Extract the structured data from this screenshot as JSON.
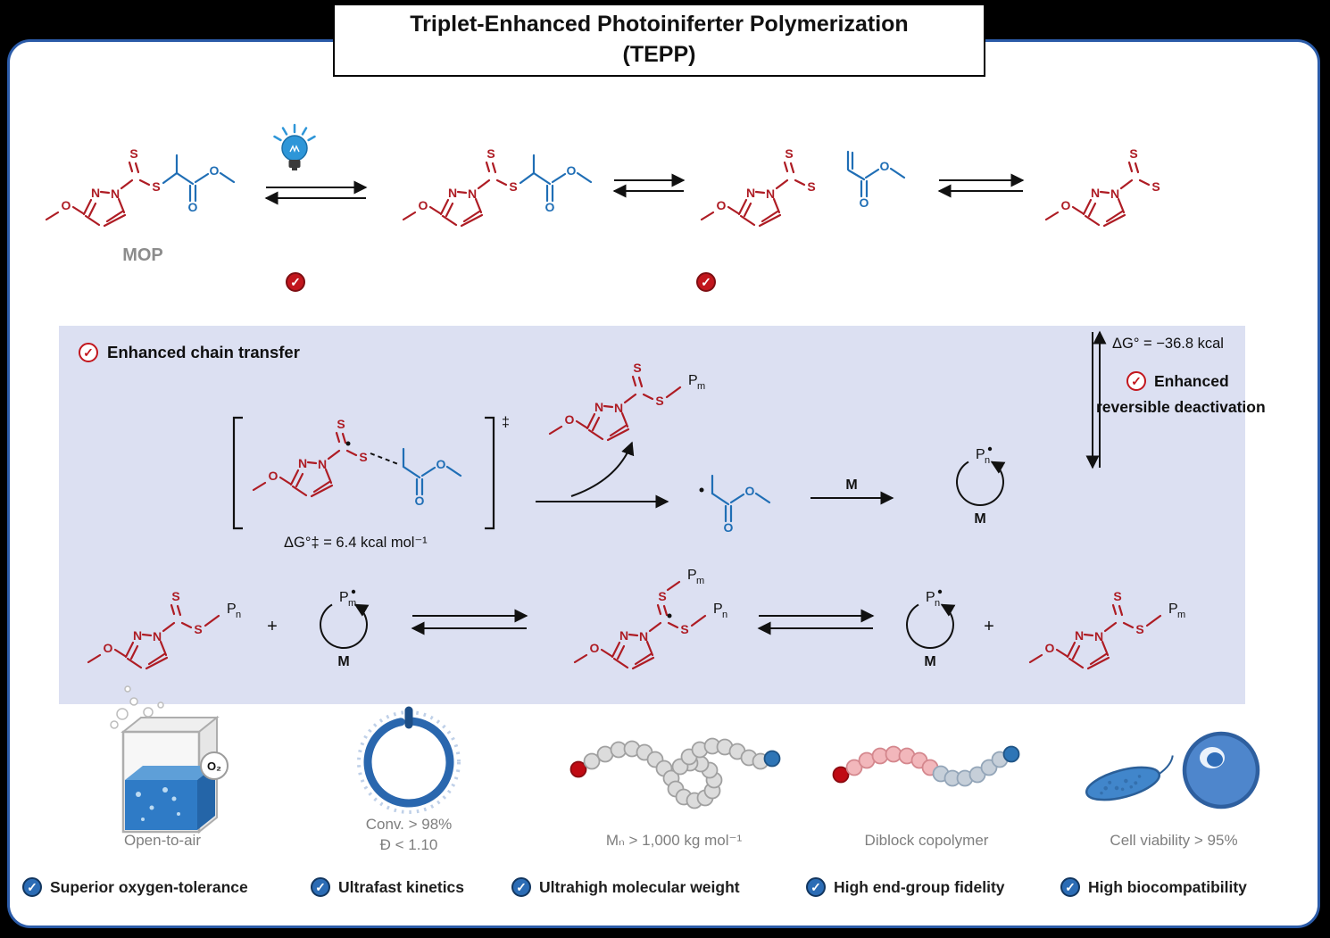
{
  "title": {
    "line1": "Triplet-Enhanced Photoiniferter Polymerization",
    "line2": "(TEPP)"
  },
  "scheme": {
    "mop_label": "MOP",
    "atoms": {
      "O": "O",
      "N": "N",
      "S": "S"
    },
    "labels": {
      "P": "P",
      "m": "m",
      "n": "n",
      "M": "M",
      "plus": "+",
      "ddagger": "‡"
    },
    "enhanced_chain_transfer": "Enhanced chain transfer",
    "dG_ts": "ΔG°‡ = 6.4 kcal mol⁻¹",
    "dG_rxn": "ΔG° = −36.8 kcal",
    "enhanced_rev_1": "Enhanced",
    "enhanced_rev_2": "reversible deactivation"
  },
  "features": [
    {
      "caption": "Open-to-air",
      "o2_label": "O₂"
    },
    {
      "caption_line1": "Conv. > 98%",
      "caption_line2": "Đ < 1.10"
    },
    {
      "caption": "Mₙ > 1,000 kg mol⁻¹"
    },
    {
      "caption": "Diblock copolymer"
    },
    {
      "caption": "Cell viability > 95%"
    }
  ],
  "checklist": [
    "Superior oxygen-tolerance",
    "Ultrafast kinetics",
    "Ultrahigh molecular weight",
    "High end-group fidelity",
    "High biocompatibility"
  ],
  "icons": {
    "check": "✓"
  },
  "colors": {
    "structure_red": "#AE1C24",
    "structure_blue": "#1F6EB5",
    "panel_bg": "#DCE0F2",
    "frame_border": "#2B5BA8",
    "check_red": "#C2161D",
    "check_blue": "#2B6CB5",
    "caption_grey": "#7E7E7E"
  }
}
